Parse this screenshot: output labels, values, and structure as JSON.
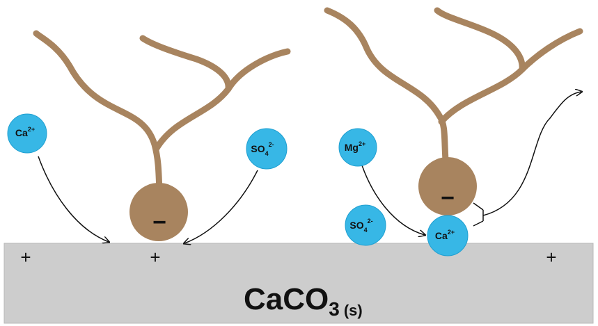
{
  "colors": {
    "surface": "#cdcdcd",
    "surface_edge": "#b9b9b9",
    "molecule": "#a8845f",
    "ion": "#37b7e6",
    "ion_stroke": "#1f9fd0",
    "arrow": "#111111"
  },
  "surface": {
    "formula_main": "CaCO",
    "formula_sub": "3",
    "formula_phase": "(s)",
    "plus_sign": "+"
  },
  "left_panel": {
    "ion_ca": {
      "base": "Ca",
      "sup": "2+"
    },
    "ion_so4": {
      "base": "SO",
      "sub": "4",
      "sup": "2-"
    },
    "head_charge": "−"
  },
  "right_panel": {
    "ion_mg": {
      "base": "Mg",
      "sup": "2+"
    },
    "ion_so4": {
      "base": "SO",
      "sub": "4",
      "sup": "2-"
    },
    "ion_ca": {
      "base": "Ca",
      "sup": "2+"
    },
    "head_charge": "−"
  }
}
